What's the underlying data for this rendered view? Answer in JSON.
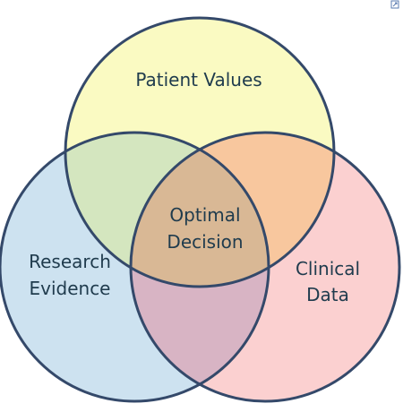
{
  "sets": {
    "patient_values": {
      "label": "Patient Values",
      "fill": "#fafac2"
    },
    "research_evidence": {
      "line1": "Research",
      "line2": "Evidence",
      "fill": "#cde2f0"
    },
    "clinical_data": {
      "line1": "Clinical",
      "line2": "Data",
      "fill": "#fbd0d0"
    }
  },
  "center": {
    "line1": "Optimal",
    "line2": "Decision"
  },
  "intersection_colors": {
    "patient_research": "#d4e6bf",
    "patient_clinical": "#f8c79e",
    "research_clinical": "#d8b4c4",
    "all_three": "#d9b895"
  },
  "outline_color": "#34496a"
}
